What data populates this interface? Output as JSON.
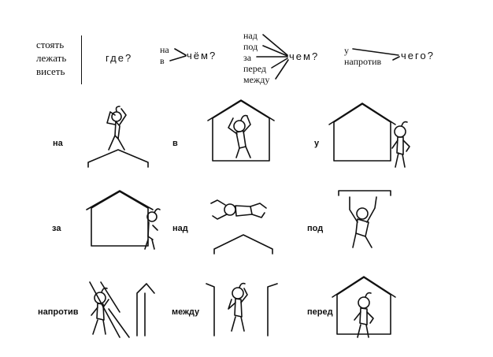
{
  "header": {
    "verbs": [
      "стоять",
      "лежать",
      "висеть"
    ],
    "where_question": "где?",
    "group_na_v": {
      "preps": [
        "на",
        "в"
      ],
      "question": "чём?"
    },
    "group_chem": {
      "preps": [
        "над",
        "под",
        "за",
        "перед",
        "между"
      ],
      "question": "чем?"
    },
    "group_chego": {
      "preps": [
        "у",
        "напротив"
      ],
      "question": "чего?"
    }
  },
  "scenes": [
    {
      "label": "на"
    },
    {
      "label": "в"
    },
    {
      "label": "у"
    },
    {
      "label": "за"
    },
    {
      "label": "над"
    },
    {
      "label": "под"
    },
    {
      "label": "напротив"
    },
    {
      "label": "между"
    },
    {
      "label": "перед"
    }
  ]
}
